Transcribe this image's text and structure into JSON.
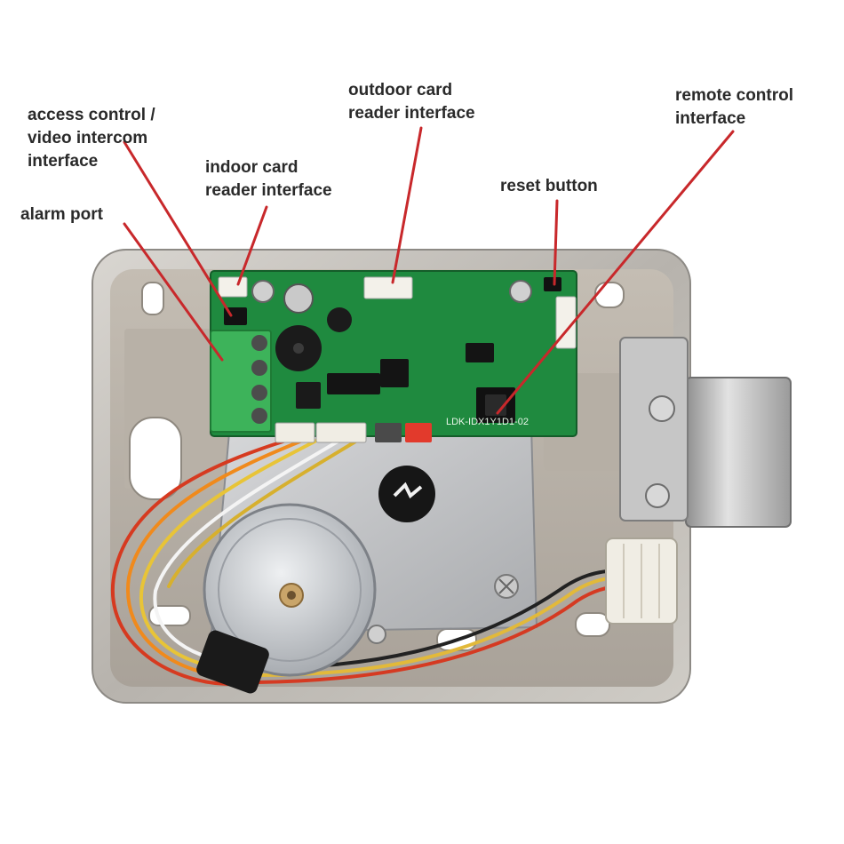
{
  "labels": {
    "access_control": [
      "access control /",
      "video intercom",
      "interface"
    ],
    "alarm_port": [
      "alarm port"
    ],
    "indoor_card": [
      "indoor card",
      "reader interface"
    ],
    "outdoor_card": [
      "outdoor card",
      "reader interface"
    ],
    "reset_button": [
      "reset button"
    ],
    "remote_control": [
      "remote control",
      "interface"
    ]
  },
  "board": {
    "silkscreen": "LDK-IDX1Y1D1-02"
  },
  "colors": {
    "pointer": "#c8282b",
    "pcb": "#1f8a3f",
    "terminal": "#3db35a",
    "housing": "#c9c6c1",
    "label_text": "#2a2a2a"
  }
}
